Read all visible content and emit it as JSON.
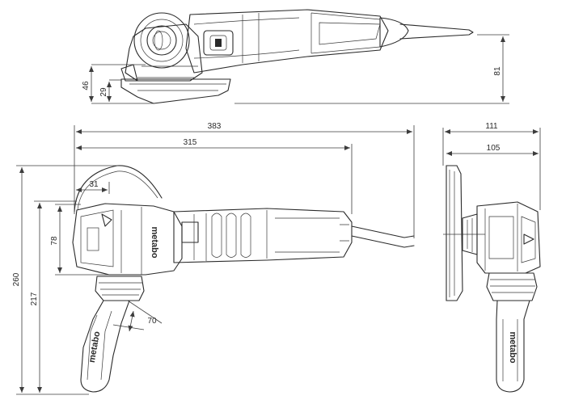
{
  "brand": "metabo",
  "dimensions": {
    "top_height_46": "46",
    "top_height_29": "29",
    "top_height_81": "81",
    "total_length": "383",
    "length_to_handle": "315",
    "offset_31": "31",
    "head_height": "78",
    "total_height": "260",
    "height_to_handle": "217",
    "handle_angle": "70",
    "front_width_111": "111",
    "front_width_105": "105"
  }
}
